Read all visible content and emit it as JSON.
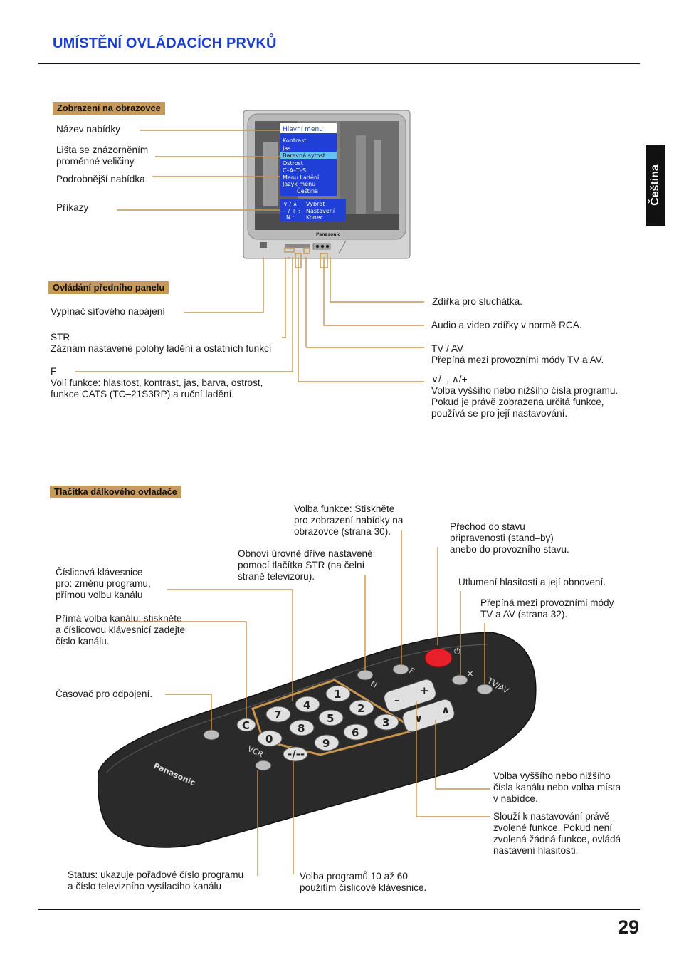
{
  "header": {
    "title": "UMÍSTĚNÍ OVLÁDACÍCH PRVKŮ"
  },
  "side_tab": {
    "label": "Čeština"
  },
  "page_number": "29",
  "tv": {
    "brand": "Panasonic",
    "osd_menu": {
      "title": "Hlavní menu",
      "items": [
        "Kontrast",
        "Jas",
        "Barevná sytost",
        "Ostrost",
        "C–A–T–S",
        "Menu Ladění",
        "Jazyk menu",
        "Čeština"
      ],
      "highlighted": "Barevná sytost",
      "commands": [
        {
          "key": "∨ / ∧ :",
          "action": "Vybrat"
        },
        {
          "key": "– / + :",
          "action": "Nastavení"
        },
        {
          "key": "N :",
          "action": "Konec"
        }
      ]
    }
  },
  "sections": {
    "screen": {
      "heading": "Zobrazení na obrazovce",
      "labels": [
        "Název nabídky",
        "Lišta se znázorněním\nproměnné veličiny",
        "Podrobnější nabídka",
        "Příkazy"
      ]
    },
    "front_panel": {
      "heading": "Ovládání předního panelu",
      "left": [
        "Vypínač síťového napájení",
        "STR\nZáznam nastavené polohy ladění a ostatních funkcí",
        "F\nVolí funkce: hlasitost, kontrast, jas, barva, ostrost,\nfunkce CATS  (TC–21S3RP) a ruční  ladění."
      ],
      "right": [
        "Zdířka pro sluchátka.",
        "Audio a video zdířky v normě RCA.",
        "TV / AV\nPřepíná mezi provozními módy TV a AV.",
        "∨/–, ∧/+\nVolba vyššího nebo nižšího čísla programu.\nPokud je právě zobrazena určitá funkce,\npoužívá se pro její nastavování."
      ]
    },
    "remote": {
      "heading": "Tlačítka dálkového ovladače",
      "brand": "Panasonic",
      "keys": [
        "1",
        "2",
        "3",
        "4",
        "5",
        "6",
        "7",
        "8",
        "9",
        "0",
        "-/--"
      ],
      "key_labels": {
        "vcr": "VCR",
        "tv_av": "TV/AV",
        "f": "F",
        "n": "N",
        "c": "C"
      },
      "labels": {
        "function": "Volba funkce: Stiskněte\npro zobrazení nabídky na\nobrazovce (strana 30).",
        "standby": "Přechod do stavu\npřipravenosti (stand–by)\nanebo do provozního stavu.",
        "recall": "Obnoví úrovně dříve nastavené\npomocí tlačítka STR (na čelní\nstraně televizoru).",
        "numpad": "Číslicová klávesnice\npro: změnu programu,\npřímou volbu kanálu",
        "mute": "Utlumení hlasitosti a její obnovení.",
        "tvav": "Přepíná mezi provozními módy\nTV a AV (strana 32).",
        "direct": "Přímá volba kanálu: stiskněte\na číslicovou klávesnicí zadejte\nčíslo kanálu.",
        "timer": "Časovač pro odpojení.",
        "prog_updown": "Volba vyššího nebo nižšího\nčísla kanálu nebo volba místa\nv nabídce.",
        "adjust": "Slouží k nastavování právě\nzvolené funkce. Pokud není\nzvolená žádná funkce, ovládá\nnastavení hlasitosti.",
        "status": "Status: ukazuje pořadové číslo programu\na číslo televizního vysílacího kanálu",
        "prog_10_60": "Volba programů 10 až 60\npoužitím číslicové klávesnice."
      }
    }
  },
  "colors": {
    "title_blue": "#1a3ecf",
    "section_tan": "#c89a5a",
    "menu_blue": "#1f3fd6",
    "standby_red": "#e8202c"
  }
}
